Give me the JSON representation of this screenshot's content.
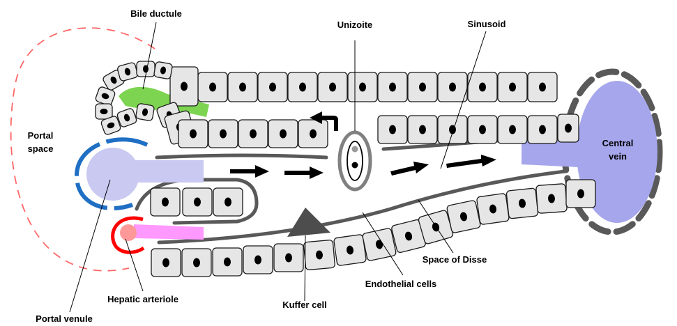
{
  "labels": {
    "bile_ductule": "Bile ductule",
    "unizoite": "Unizoite",
    "sinusoid": "Sinusoid",
    "portal_space_line1": "Portal",
    "portal_space_line2": "space",
    "central_vein_line1": "Central",
    "central_vein_line2": "vein",
    "space_of_disse": "Space of Disse",
    "endothelial_cells": "Endothelial cells",
    "hepatic_arteriole": "Hepatic arteriole",
    "kuffer_cell": "Kuffer cell",
    "portal_venule": "Portal venule"
  },
  "colors": {
    "hepatocyte_fill": "#e6e6e6",
    "endothelium": "#595959",
    "portal_venule": "#c9c9f2",
    "central_vein": "#a6a6ec",
    "bile": "#66cc33",
    "arteriole_ring": "#ff0000",
    "arteriole_fill": "#ff99ff",
    "portal_ring": "#1f6fc4",
    "portal_space_outline": "#ff6666"
  }
}
